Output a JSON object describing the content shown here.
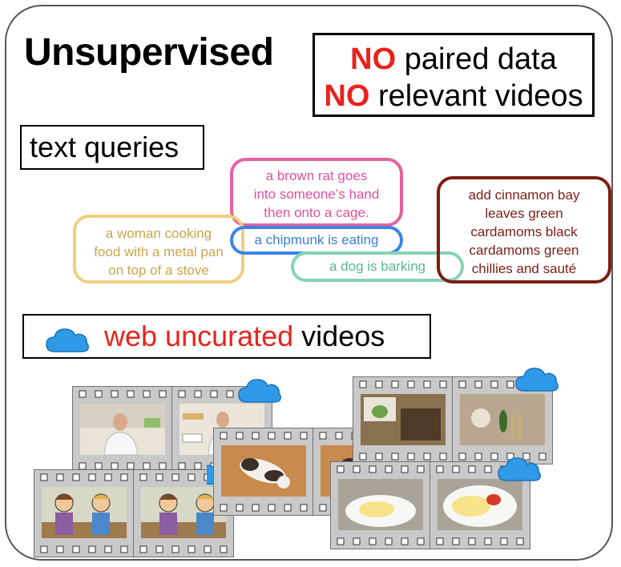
{
  "title": "Unsupervised",
  "no_box": {
    "line1_no": "NO",
    "line1_text": " paired data",
    "line2_no": "NO",
    "line2_text": " relevant videos"
  },
  "text_queries_label": "text queries",
  "queries": [
    {
      "id": "rat",
      "lines": [
        "a brown rat goes",
        "into someone’s hand",
        "then onto a cage."
      ],
      "color": "#e0529a"
    },
    {
      "id": "woman",
      "lines": [
        "a woman cooking",
        "food with a metal pan",
        "on top of a stove"
      ],
      "color": "#c9a54b"
    },
    {
      "id": "chipmunk",
      "lines": [
        "a chipmunk is eating"
      ],
      "color": "#3c7ed8"
    },
    {
      "id": "dog",
      "lines": [
        "a dog is barking"
      ],
      "color": "#5bb891"
    },
    {
      "id": "cinnamon",
      "lines": [
        "add cinnamon bay",
        "leaves green",
        "cardamoms black",
        "cardamoms green",
        "chillies and sauté"
      ],
      "color": "#7b1e14"
    }
  ],
  "web_videos_label": {
    "red_part": "web uncurated",
    "black_part": " videos"
  },
  "icons": [
    "cloud-icon",
    "film-strip-icon"
  ],
  "colors": {
    "accent_red": "#e8231d",
    "cloud_blue": "#2f9ae8",
    "film_gray": "#c8c8c8"
  }
}
